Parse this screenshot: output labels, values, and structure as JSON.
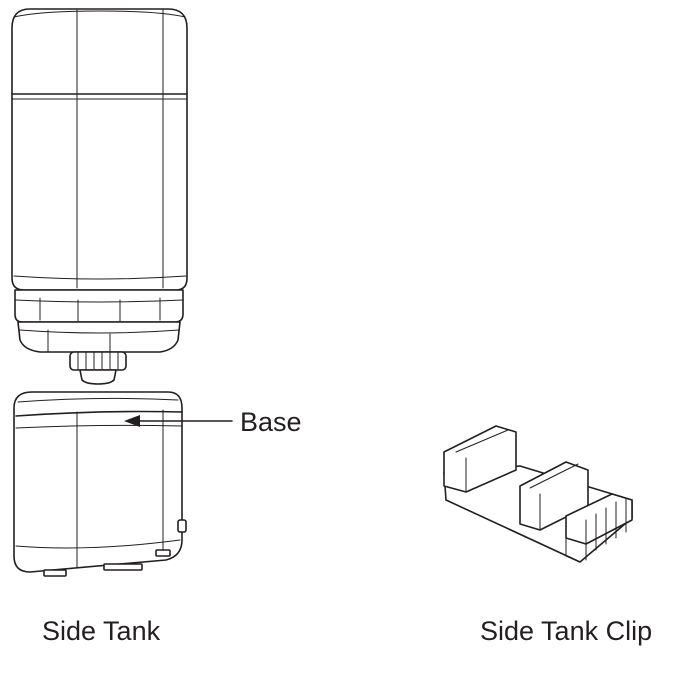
{
  "labels": {
    "base": "Base",
    "side_tank": "Side Tank",
    "side_tank_clip": "Side Tank Clip"
  }
}
